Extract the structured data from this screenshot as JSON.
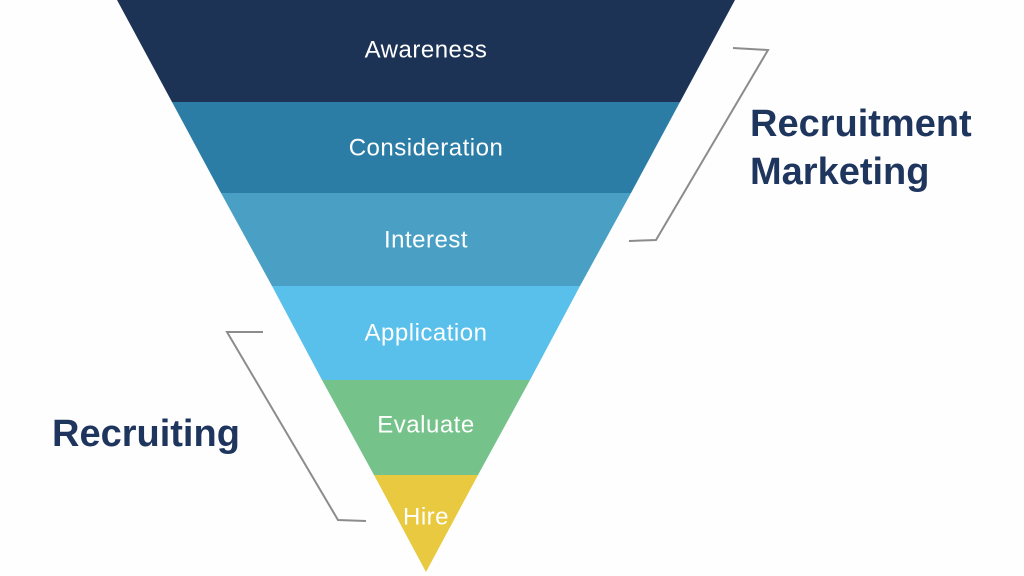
{
  "page": {
    "background_color": "#fefefe"
  },
  "funnel": {
    "stages": [
      {
        "label": "Awareness",
        "color": "#1c3356"
      },
      {
        "label": "Consideration",
        "color": "#2c7da6"
      },
      {
        "label": "Interest",
        "color": "#4aa0c4"
      },
      {
        "label": "Application",
        "color": "#58c0ea"
      },
      {
        "label": "Evaluate",
        "color": "#75c28b"
      },
      {
        "label": "Hire",
        "color": "#e8c93f"
      }
    ],
    "stage_label_color": "#ffffff"
  },
  "annotations": {
    "recruitment_marketing": {
      "line1": "Recruitment",
      "line2": "Marketing"
    },
    "recruiting": {
      "label": "Recruiting"
    },
    "text_color": "#1e355e",
    "bracket_color": "#8c8c8c"
  }
}
